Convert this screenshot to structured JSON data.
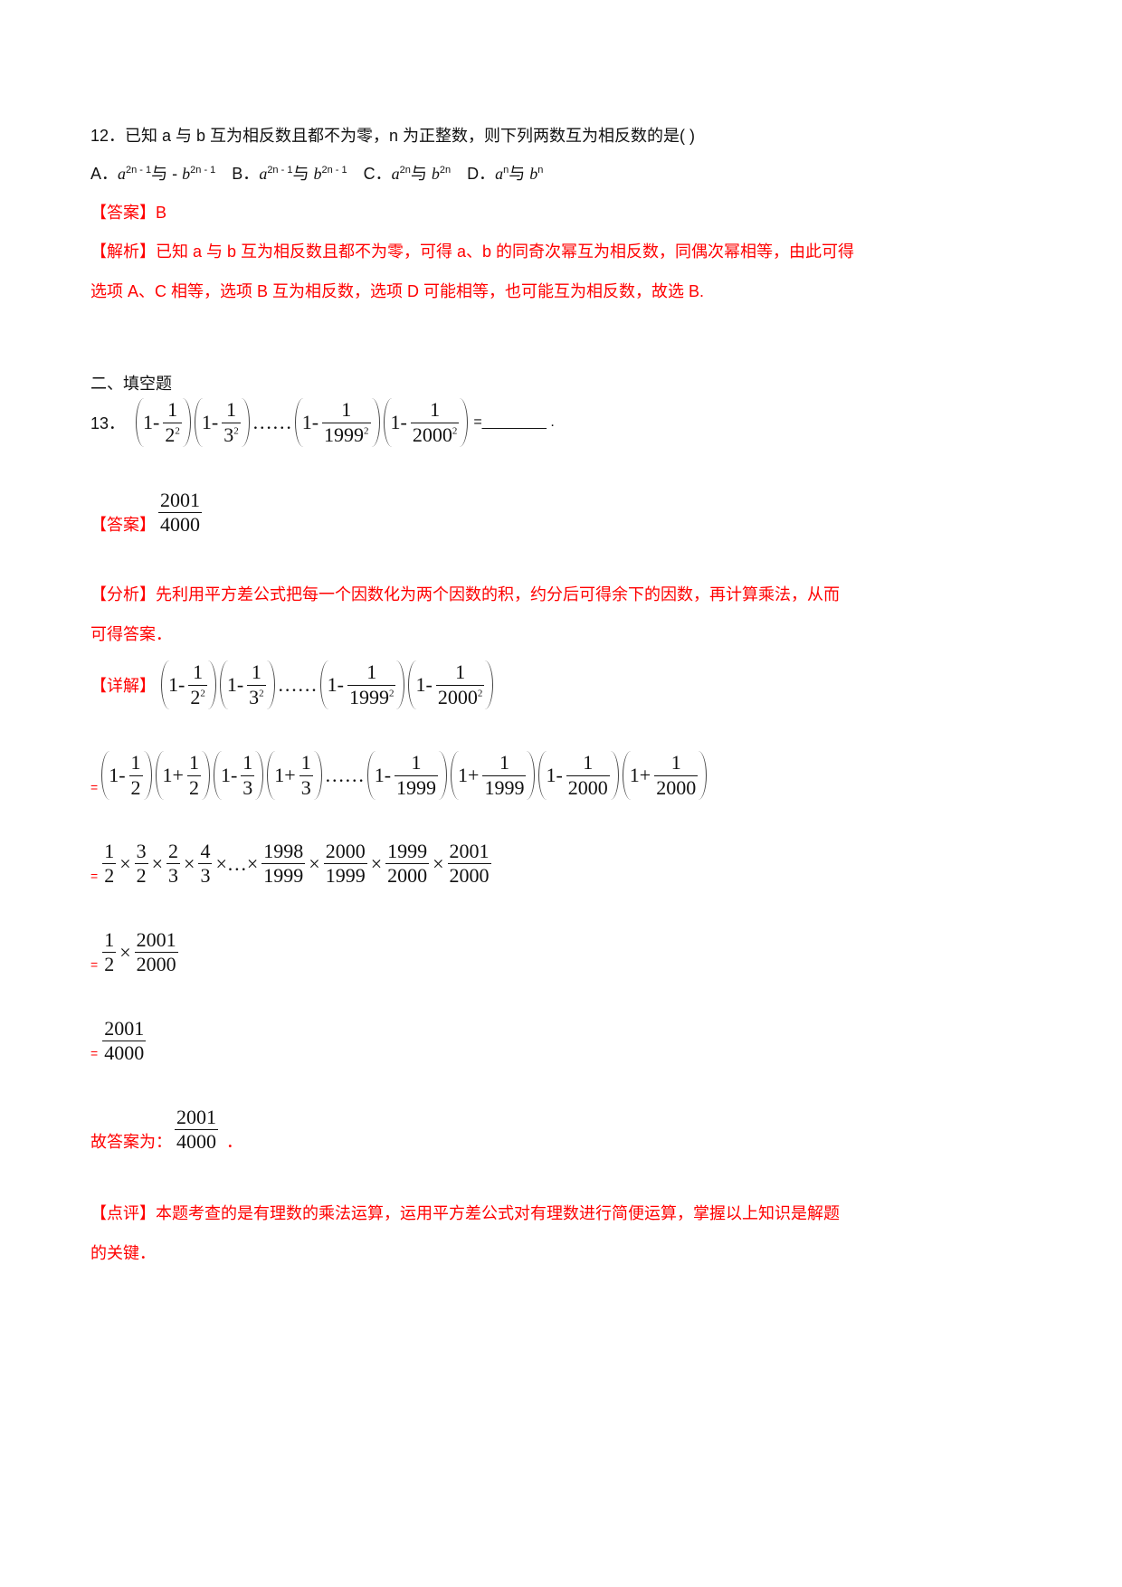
{
  "q12": {
    "stem": "12．已知 a 与 b 互为相反数且都不为零，n 为正整数，则下列两数互为相反数的是(      )",
    "options": [
      {
        "label": "A．",
        "a": "a",
        "aexp": "2n - 1",
        "mid": "与 - ",
        "b": "b",
        "bexp": "2n - 1"
      },
      {
        "label": "B．",
        "a": "a",
        "aexp": "2n - 1",
        "mid": "与 ",
        "b": "b",
        "bexp": "2n - 1"
      },
      {
        "label": "C．",
        "a": "a",
        "aexp": "2n",
        "mid": "与 ",
        "b": "b",
        "bexp": "2n"
      },
      {
        "label": "D．",
        "a": "a",
        "aexp": "n",
        "mid": "与 ",
        "b": "b",
        "bexp": "n"
      }
    ],
    "answer": "【答案】B",
    "analysis_1": "【解析】已知 a 与 b 互为相反数且都不为零，可得 a、b 的同奇次幂互为相反数，同偶次幂相等，由此可得",
    "analysis_2": "选项 A、C 相等，选项 B 互为相反数，选项 D 可能相等，也可能互为相反数，故选 B."
  },
  "section_title": "二、填空题",
  "q13": {
    "number": "13．",
    "blank": "=________ .",
    "answer_label": "【答案】",
    "fenxi_1": "【分析】先利用平方差公式把每一个因数化为两个因数的积，约分后可得余下的因数，再计算乘法，从而",
    "fenxi_2": "可得答案．",
    "xiangjie_label": "【详解】",
    "final_label": "故答案为：",
    "final_end": "．",
    "dianping_1": "【点评】本题考查的是有理数的乘法运算，运用平方差公式对有理数进行简便运算，掌握以上知识是解题",
    "dianping_2": "的关键．",
    "expr": [
      {
        "t": "grp",
        "items": [
          {
            "t": "txt",
            "v": "1-"
          },
          {
            "t": "frac",
            "n": "1",
            "d": "2",
            "sup": "2"
          }
        ]
      },
      {
        "t": "grp",
        "items": [
          {
            "t": "txt",
            "v": "1-"
          },
          {
            "t": "frac",
            "n": "1",
            "d": "3",
            "sup": "2"
          }
        ]
      },
      {
        "t": "txt",
        "v": "……"
      },
      {
        "t": "grp",
        "items": [
          {
            "t": "txt",
            "v": "1-"
          },
          {
            "t": "frac",
            "n": "1",
            "d": "1999",
            "sup": "2"
          }
        ]
      },
      {
        "t": "grp",
        "items": [
          {
            "t": "txt",
            "v": "1-"
          },
          {
            "t": "frac",
            "n": "1",
            "d": "2000",
            "sup": "2"
          }
        ]
      }
    ],
    "answer_expr": [
      {
        "t": "frac",
        "n": "2001",
        "d": "4000"
      }
    ],
    "step1": [
      {
        "t": "eq",
        "v": "="
      },
      {
        "t": "grp",
        "items": [
          {
            "t": "txt",
            "v": "1-"
          },
          {
            "t": "frac",
            "n": "1",
            "d": "2"
          }
        ]
      },
      {
        "t": "grp",
        "items": [
          {
            "t": "txt",
            "v": "1+"
          },
          {
            "t": "frac",
            "n": "1",
            "d": "2"
          }
        ]
      },
      {
        "t": "grp",
        "items": [
          {
            "t": "txt",
            "v": "1-"
          },
          {
            "t": "frac",
            "n": "1",
            "d": "3"
          }
        ]
      },
      {
        "t": "grp",
        "items": [
          {
            "t": "txt",
            "v": "1+"
          },
          {
            "t": "frac",
            "n": "1",
            "d": "3"
          }
        ]
      },
      {
        "t": "txt",
        "v": "……"
      },
      {
        "t": "grp",
        "items": [
          {
            "t": "txt",
            "v": "1-"
          },
          {
            "t": "frac",
            "n": "1",
            "d": "1999"
          }
        ]
      },
      {
        "t": "grp",
        "items": [
          {
            "t": "txt",
            "v": "1+"
          },
          {
            "t": "frac",
            "n": "1",
            "d": "1999"
          }
        ]
      },
      {
        "t": "grp",
        "items": [
          {
            "t": "txt",
            "v": "1-"
          },
          {
            "t": "frac",
            "n": "1",
            "d": "2000"
          }
        ]
      },
      {
        "t": "grp",
        "items": [
          {
            "t": "txt",
            "v": "1+"
          },
          {
            "t": "frac",
            "n": "1",
            "d": "2000"
          }
        ]
      }
    ],
    "step2": [
      {
        "t": "eq",
        "v": "="
      },
      {
        "t": "frac",
        "n": "1",
        "d": "2"
      },
      {
        "t": "txt",
        "v": "×"
      },
      {
        "t": "frac",
        "n": "3",
        "d": "2"
      },
      {
        "t": "txt",
        "v": "×"
      },
      {
        "t": "frac",
        "n": "2",
        "d": "3"
      },
      {
        "t": "txt",
        "v": "×"
      },
      {
        "t": "frac",
        "n": "4",
        "d": "3"
      },
      {
        "t": "txt",
        "v": "×…×"
      },
      {
        "t": "frac",
        "n": "1998",
        "d": "1999"
      },
      {
        "t": "txt",
        "v": "×"
      },
      {
        "t": "frac",
        "n": "2000",
        "d": "1999"
      },
      {
        "t": "txt",
        "v": "×"
      },
      {
        "t": "frac",
        "n": "1999",
        "d": "2000"
      },
      {
        "t": "txt",
        "v": "×"
      },
      {
        "t": "frac",
        "n": "2001",
        "d": "2000"
      }
    ],
    "step3": [
      {
        "t": "eq",
        "v": "="
      },
      {
        "t": "frac",
        "n": "1",
        "d": "2"
      },
      {
        "t": "txt",
        "v": "×"
      },
      {
        "t": "frac",
        "n": "2001",
        "d": "2000"
      }
    ],
    "step4": [
      {
        "t": "eq",
        "v": "="
      },
      {
        "t": "frac",
        "n": "2001",
        "d": "4000"
      }
    ],
    "final_expr": [
      {
        "t": "frac",
        "n": "2001",
        "d": "4000"
      }
    ]
  }
}
